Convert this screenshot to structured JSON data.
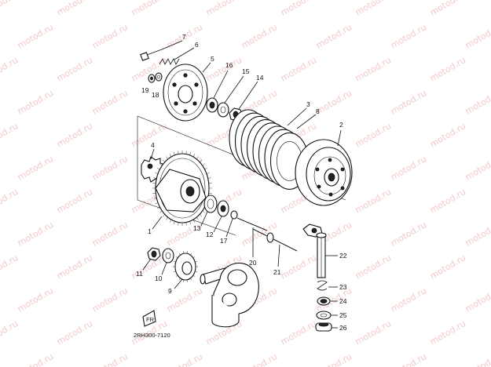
{
  "watermark": "motod.ru",
  "drawing_code": "2RH300-7120",
  "callouts": [
    {
      "id": "c1",
      "label": "1"
    },
    {
      "id": "c2",
      "label": "2"
    },
    {
      "id": "c3",
      "label": "3"
    },
    {
      "id": "c4",
      "label": "4"
    },
    {
      "id": "c5",
      "label": "5"
    },
    {
      "id": "c6",
      "label": "6"
    },
    {
      "id": "c7",
      "label": "7"
    },
    {
      "id": "c8",
      "label": "8"
    },
    {
      "id": "c9",
      "label": "9"
    },
    {
      "id": "c10",
      "label": "10"
    },
    {
      "id": "c11",
      "label": "11"
    },
    {
      "id": "c12",
      "label": "12"
    },
    {
      "id": "c13",
      "label": "13"
    },
    {
      "id": "c14",
      "label": "14"
    },
    {
      "id": "c15",
      "label": "15"
    },
    {
      "id": "c16",
      "label": "16"
    },
    {
      "id": "c17",
      "label": "17"
    },
    {
      "id": "c18",
      "label": "18"
    },
    {
      "id": "c19",
      "label": "19"
    },
    {
      "id": "c20",
      "label": "20"
    },
    {
      "id": "c21",
      "label": "21"
    },
    {
      "id": "c22",
      "label": "22"
    },
    {
      "id": "c23",
      "label": "23"
    },
    {
      "id": "c24",
      "label": "24"
    },
    {
      "id": "c25",
      "label": "25"
    },
    {
      "id": "c26",
      "label": "26"
    }
  ],
  "colors": {
    "ink": "#111111",
    "watermark": "#f3c9c9",
    "paper": "#ffffff"
  }
}
